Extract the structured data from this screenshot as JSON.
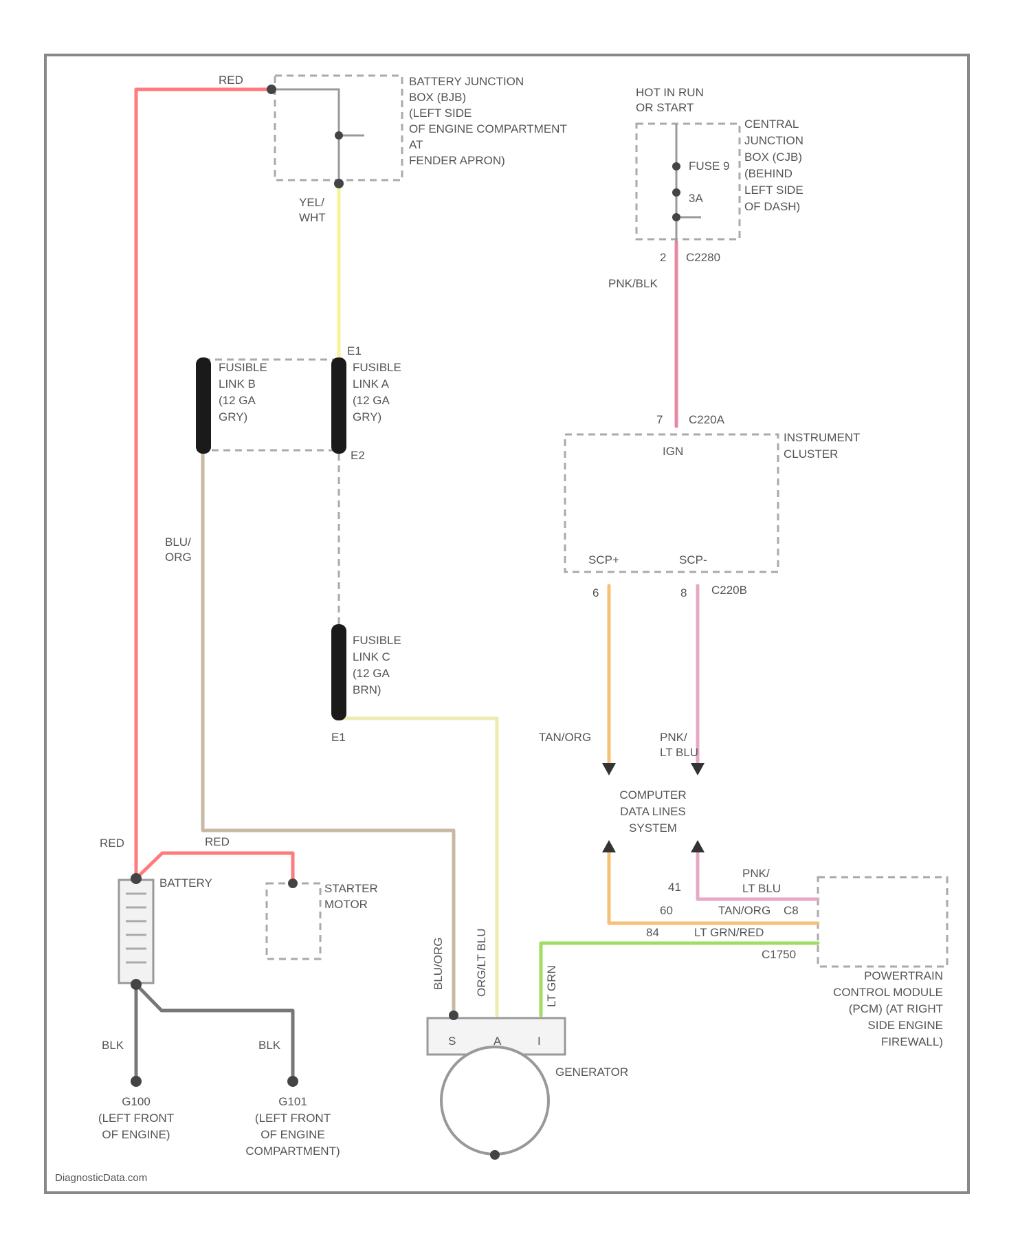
{
  "components": {
    "battery_junction_box": [
      "BATTERY JUNCTION",
      "BOX (BJB)",
      "(LEFT SIDE",
      "OF ENGINE COMPARTMENT",
      "AT",
      "FENDER APRON)"
    ],
    "hot_in_run": [
      "HOT IN RUN",
      "OR START"
    ],
    "central_junction_box": [
      "CENTRAL",
      "JUNCTION",
      "BOX (CJB)",
      "(BEHIND",
      "LEFT SIDE",
      "OF DASH)"
    ],
    "fuse_label": "FUSE 9",
    "fuse_rating": "3A",
    "fusible_link_b": [
      "FUSIBLE",
      "LINK B",
      "(12 GA",
      "GRY)"
    ],
    "fusible_link_a": [
      "FUSIBLE",
      "LINK A",
      "(12 GA",
      "GRY)"
    ],
    "fusible_link_c": [
      "FUSIBLE",
      "LINK C",
      "(12 GA",
      "BRN)"
    ],
    "instrument_cluster": [
      "INSTRUMENT",
      "CLUSTER"
    ],
    "computer_data_lines": [
      "COMPUTER",
      "DATA LINES",
      "SYSTEM"
    ],
    "battery": "BATTERY",
    "starter_motor": [
      "STARTER",
      "MOTOR"
    ],
    "generator": "GENERATOR",
    "pcm": [
      "POWERTRAIN",
      "CONTROL MODULE",
      "(PCM) (AT RIGHT",
      "SIDE ENGINE",
      "FIREWALL)"
    ],
    "ground_g100": [
      "G100",
      "(LEFT FRONT",
      "OF ENGINE)"
    ],
    "ground_g101": [
      "G101",
      "(LEFT FRONT",
      "OF ENGINE",
      "COMPARTMENT)"
    ]
  },
  "wires": {
    "red_top": "RED",
    "yel_wht": [
      "YEL/",
      "WHT"
    ],
    "pnk_blk": "PNK/BLK",
    "blu_org": [
      "BLU/",
      "ORG"
    ],
    "red_left": "RED",
    "red_battery": "RED",
    "tan_org": "TAN/ORG",
    "pnk_ltblu": [
      "PNK/",
      "LT BLU"
    ],
    "pnk_ltblu_pcm": [
      "PNK/",
      "LT BLU"
    ],
    "tan_org_pcm": "TAN/ORG",
    "lt_grn_red": "LT GRN/RED",
    "blk_1": "BLK",
    "blk_2": "BLK",
    "blu_org_gen": "BLU/ORG",
    "org_lt_blu": "ORG/LT BLU",
    "lt_grn_red_vert": "LT GRN"
  },
  "pins": {
    "e1_top": "E1",
    "e2": "E2",
    "e1_bottom": "E1",
    "pin_2": "2",
    "c2280": "C2280",
    "pin_7": "7",
    "c220a": "C220A",
    "ign": "IGN",
    "scp_plus": "SCP+",
    "scp_minus": "SCP-",
    "pin_6": "6",
    "pin_8": "8",
    "c220b": "C220B",
    "pin_s": "S",
    "pin_a": "A",
    "pin_i": "I",
    "pin_41": "41",
    "pin_60": "60",
    "pin_84": "84",
    "pin_c8": "C8",
    "c1750": "C1750"
  },
  "footer": "DiagnosticData.com",
  "colors": {
    "red": "#ff7b7b",
    "yellow": "#f4f49a",
    "pink": "#e68aa3",
    "tan": "#c9b8a4",
    "orange": "#f5c176",
    "light_pink": "#e6a9c5",
    "light_yellow": "#ececb0",
    "green": "#9ede62",
    "gray": "#777777"
  }
}
